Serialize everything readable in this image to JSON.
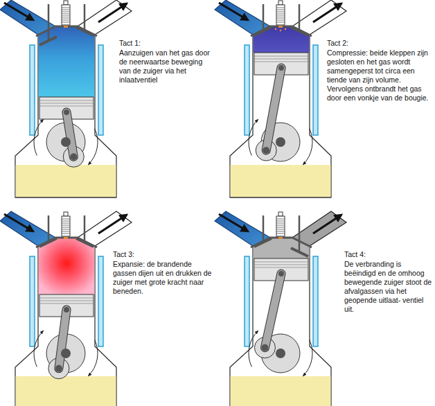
{
  "diagram": {
    "labels": [
      "Tact 1:",
      "Aanzuigen van het gas door de neerwaartse beweging van de zuiger via het inlaatventiel",
      "Tact 2:",
      "Compressie: beide kleppen zijn gesloten en het gas wordt samengeperst tot circa een tiende van zijn volume. Vervolgens ontbrandt het gas door een vonkje van de bougie.",
      "Tact 3:",
      "Expansie: de brandende gassen dijen uit en drukken de zuiger met grote kracht naar beneden.",
      "Tact 4:",
      "De verbranding is beëindigd en de omhoog bewegende zuiger stoot de afvalgassen via het geopende uitlaat- ventiel uit."
    ]
  }
}
